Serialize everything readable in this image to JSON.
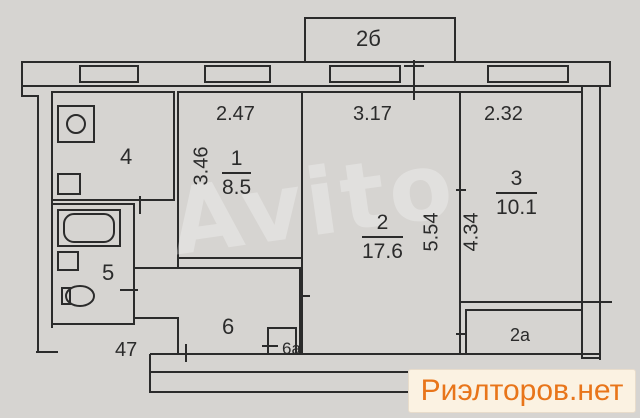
{
  "plan": {
    "balcony": "2б",
    "rooms": {
      "r4": "4",
      "r5": "5",
      "r6": "6",
      "r6a": "6а",
      "r2a": "2а",
      "r1": {
        "num": "1",
        "area": "8.5"
      },
      "r2": {
        "num": "2",
        "area": "17.6"
      },
      "r3": {
        "num": "3",
        "area": "10.1"
      }
    },
    "dims": {
      "d247": "2.47",
      "d317": "3.17",
      "d232": "2.32",
      "d346": "3.46",
      "d554": "5.54",
      "d434": "4.34",
      "d47": "47"
    }
  },
  "watermark": "Avito",
  "brand": "Риэлторов.нет",
  "colors": {
    "paper": "#d6d4d1",
    "ink": "#2b2b2b",
    "brand": "#e8751a",
    "brand_bg": "#fbf2e2"
  }
}
